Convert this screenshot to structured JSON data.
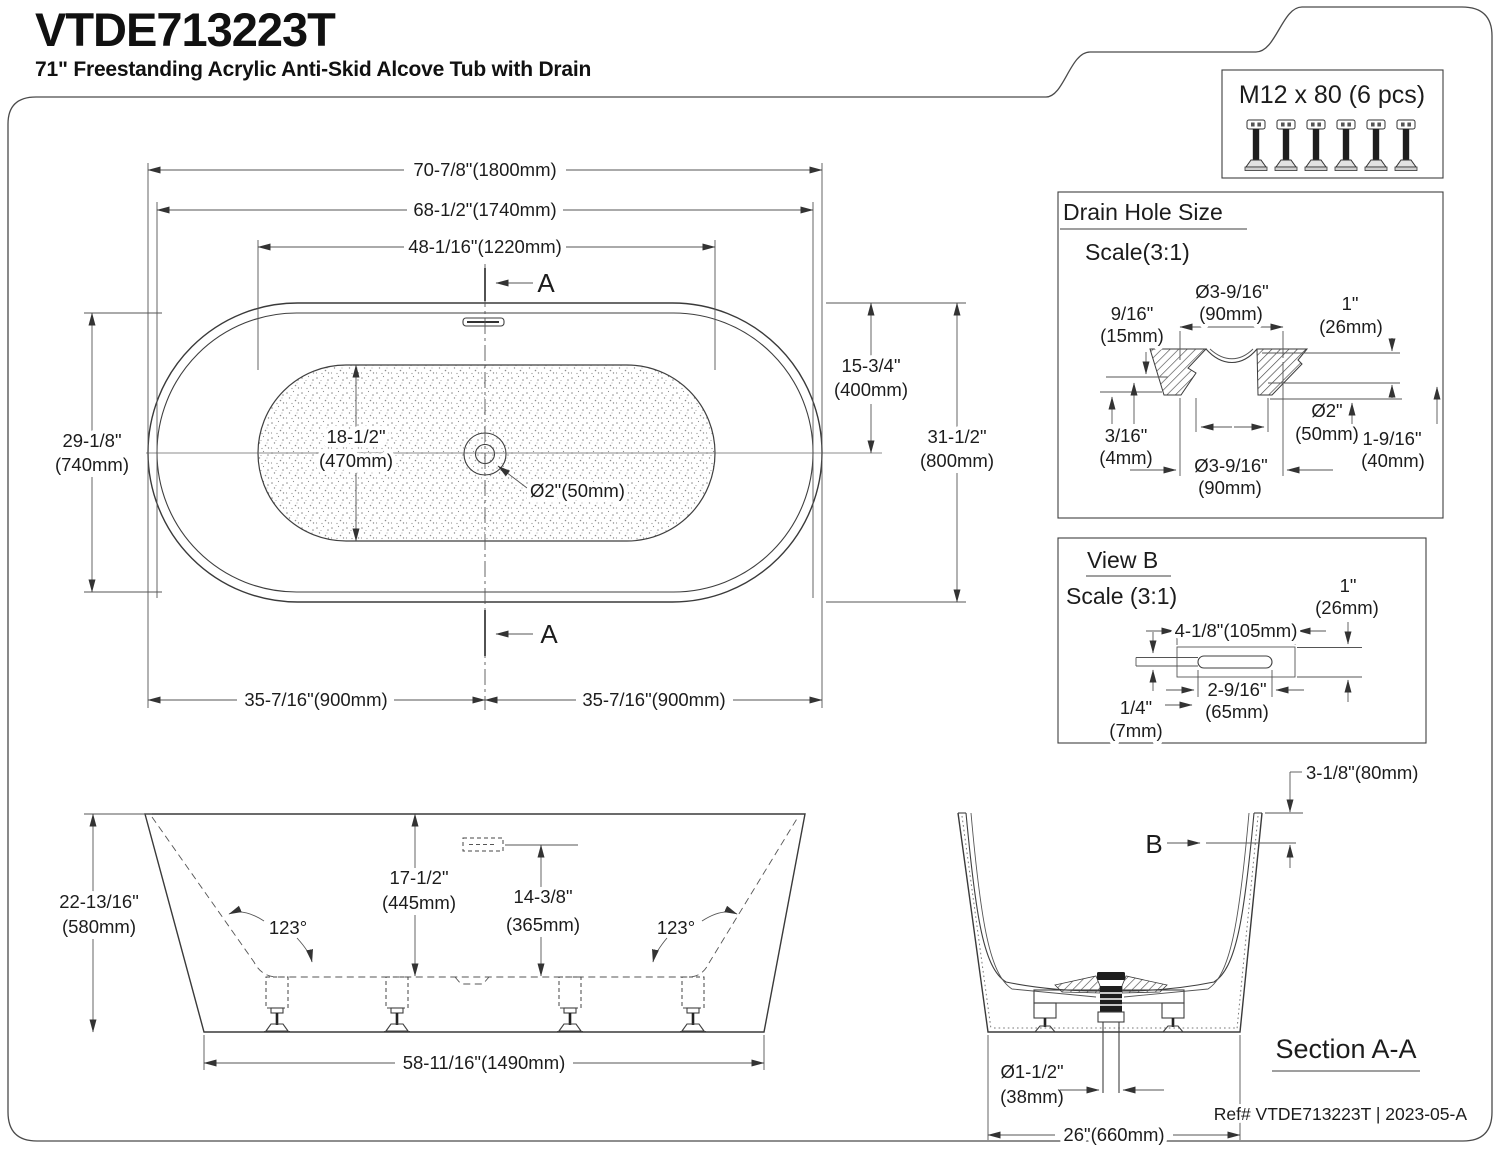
{
  "header": {
    "model": "VTDE713223T",
    "subtitle": "71\" Freestanding Acrylic Anti-Skid Alcove Tub with Drain"
  },
  "hardware": {
    "label": "M12 x 80 (6 pcs)"
  },
  "plan": {
    "len_overall": "70-7/8\"(1800mm)",
    "len_rim": "68-1/2\"(1740mm)",
    "len_basin": "48-1/16\"(1220mm)",
    "width_rim_in": "29-1/8\"",
    "width_rim_mm": "(740mm)",
    "width_basin_in": "18-1/2\"",
    "width_basin_mm": "(470mm)",
    "drain": "Ø2\"(50mm)",
    "center_offset_in": "15-3/4\"",
    "center_offset_mm": "(400mm)",
    "width_overall_in": "31-1/2\"",
    "width_overall_mm": "(800mm)",
    "half_left": "35-7/16\"(900mm)",
    "half_right": "35-7/16\"(900mm)",
    "section_a_top": "A",
    "section_a_bottom": "A"
  },
  "front": {
    "height_in": "22-13/16\"",
    "height_mm": "(580mm)",
    "angle_left": "123°",
    "angle_right": "123°",
    "rim_to_floor_in": "17-1/2\"",
    "rim_to_floor_mm": "(445mm)",
    "overflow_h_in": "14-3/8\"",
    "overflow_h_mm": "(365mm)",
    "feet_span": "58-11/16\"(1490mm)"
  },
  "drain_detail": {
    "title": "Drain Hole Size",
    "scale": "Scale(3:1)",
    "top_dia_in": "Ø3-9/16\"",
    "top_dia_mm": "(90mm)",
    "lip_in": "9/16\"",
    "lip_mm": "(15mm)",
    "depth_in": "1\"",
    "depth_mm": "(26mm)",
    "thickness_in": "3/16\"",
    "thickness_mm": "(4mm)",
    "bottom_dia_in": "Ø3-9/16\"",
    "bottom_dia_mm": "(90mm)",
    "hole_dia_in": "Ø2\"",
    "hole_dia_mm": "(50mm)",
    "below_in": "1-9/16\"",
    "below_mm": "(40mm)"
  },
  "view_b": {
    "title": "View B",
    "scale": "Scale (3:1)",
    "len": "4-1/8\"(105mm)",
    "height_in": "1\"",
    "height_mm": "(26mm)",
    "slot_in": "2-9/16\"",
    "slot_mm": "(65mm)",
    "thick_in": "1/4\"",
    "thick_mm": "(7mm)"
  },
  "section": {
    "rim_dim": "3-1/8\"(80mm)",
    "view_b_letter": "B",
    "pipe_in": "Ø1-1/2\"",
    "pipe_mm": "(38mm)",
    "base_w": "26\"(660mm)",
    "title": "Section A-A",
    "ref": "Ref# VTDE713223T | 2023-05-A"
  }
}
